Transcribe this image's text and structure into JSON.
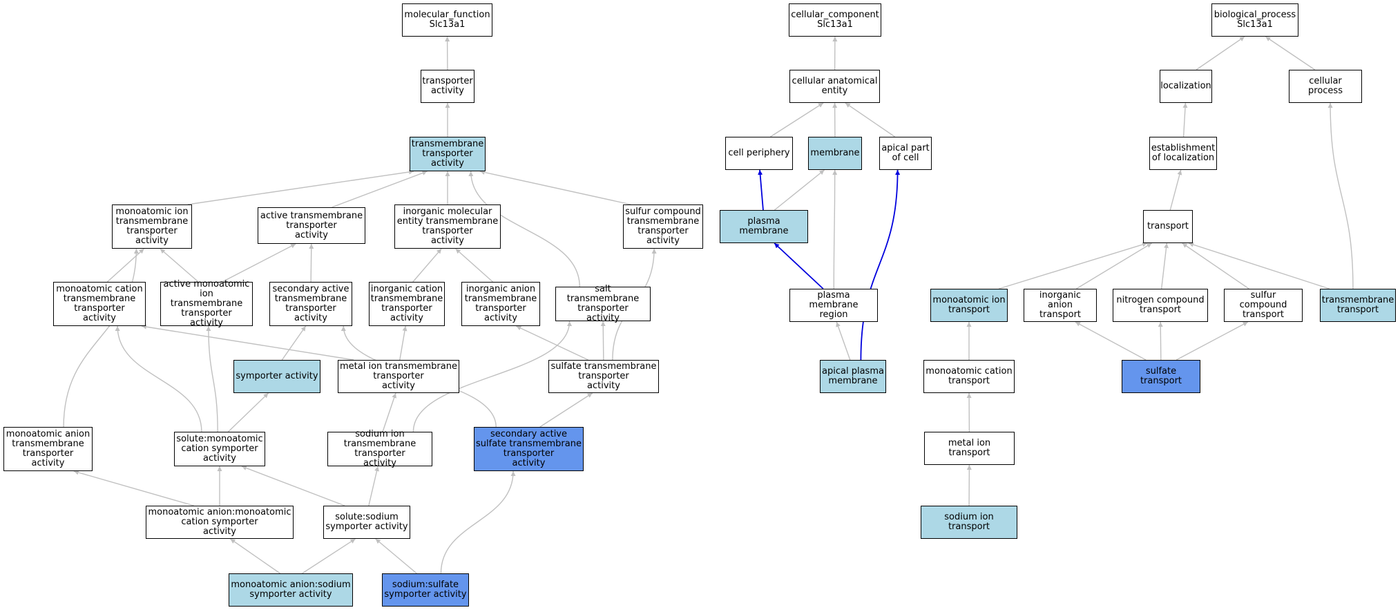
{
  "colors": {
    "light": "#add8e6",
    "dark": "#6495ed",
    "edge_gray": "#c0c0c0",
    "edge_blue": "#0000dd"
  },
  "nodes": [
    {
      "id": "mf_root",
      "label": "molecular_function\nSlc13a1",
      "fill": "white"
    },
    {
      "id": "transporter",
      "label": "transporter\nactivity",
      "fill": "white"
    },
    {
      "id": "tm_transporter",
      "label": "transmembrane\ntransporter\nactivity",
      "fill": "light"
    },
    {
      "id": "mono_ion_tm",
      "label": "monoatomic ion\ntransmembrane\ntransporter\nactivity",
      "fill": "white"
    },
    {
      "id": "active_tm",
      "label": "active transmembrane\ntransporter\nactivity",
      "fill": "white"
    },
    {
      "id": "inorg_mol",
      "label": "inorganic molecular\nentity transmembrane\ntransporter\nactivity",
      "fill": "white"
    },
    {
      "id": "sulfur_tm",
      "label": "sulfur compound\ntransmembrane\ntransporter\nactivity",
      "fill": "white"
    },
    {
      "id": "mono_cation_tm",
      "label": "monoatomic cation\ntransmembrane\ntransporter\nactivity",
      "fill": "white"
    },
    {
      "id": "active_mono_tm",
      "label": "active monoatomic\nion transmembrane\ntransporter\nactivity",
      "fill": "white"
    },
    {
      "id": "secondary_active",
      "label": "secondary active\ntransmembrane\ntransporter\nactivity",
      "fill": "white"
    },
    {
      "id": "inorg_cation",
      "label": "inorganic cation\ntransmembrane\ntransporter\nactivity",
      "fill": "white"
    },
    {
      "id": "inorg_anion_tm",
      "label": "inorganic anion\ntransmembrane\ntransporter\nactivity",
      "fill": "white"
    },
    {
      "id": "salt_tm",
      "label": "salt transmembrane\ntransporter\nactivity",
      "fill": "white"
    },
    {
      "id": "symporter",
      "label": "symporter activity",
      "fill": "light"
    },
    {
      "id": "metal_ion_tm",
      "label": "metal ion transmembrane\ntransporter\nactivity",
      "fill": "white"
    },
    {
      "id": "sulfate_tm",
      "label": "sulfate transmembrane\ntransporter\nactivity",
      "fill": "white"
    },
    {
      "id": "mono_anion_tm",
      "label": "monoatomic anion\ntransmembrane\ntransporter\nactivity",
      "fill": "white"
    },
    {
      "id": "solute_mono_cation",
      "label": "solute:monoatomic\ncation symporter\nactivity",
      "fill": "white"
    },
    {
      "id": "sodium_ion_tm",
      "label": "sodium ion transmembrane\ntransporter\nactivity",
      "fill": "white"
    },
    {
      "id": "sec_sulfate",
      "label": "secondary active\nsulfate transmembrane\ntransporter\nactivity",
      "fill": "dark"
    },
    {
      "id": "mono_anion_cation_sym",
      "label": "monoatomic anion:monoatomic\ncation symporter\nactivity",
      "fill": "white"
    },
    {
      "id": "solute_sodium",
      "label": "solute:sodium\nsymporter activity",
      "fill": "white"
    },
    {
      "id": "mono_anion_sodium",
      "label": "monoatomic anion:sodium\nsymporter activity",
      "fill": "light"
    },
    {
      "id": "sodium_sulfate",
      "label": "sodium:sulfate\nsymporter activity",
      "fill": "dark"
    },
    {
      "id": "cc_root",
      "label": "cellular_component\nSlc13a1",
      "fill": "white"
    },
    {
      "id": "cell_anat",
      "label": "cellular anatomical\nentity",
      "fill": "white"
    },
    {
      "id": "cell_periphery",
      "label": "cell periphery",
      "fill": "white"
    },
    {
      "id": "membrane",
      "label": "membrane",
      "fill": "light"
    },
    {
      "id": "apical_part",
      "label": "apical part\nof cell",
      "fill": "white"
    },
    {
      "id": "plasma_membrane",
      "label": "plasma membrane",
      "fill": "light"
    },
    {
      "id": "pm_region",
      "label": "plasma membrane\nregion",
      "fill": "white"
    },
    {
      "id": "apical_pm",
      "label": "apical plasma\nmembrane",
      "fill": "light"
    },
    {
      "id": "bp_root",
      "label": "biological_process\nSlc13a1",
      "fill": "white"
    },
    {
      "id": "localization",
      "label": "localization",
      "fill": "white"
    },
    {
      "id": "cellular_process",
      "label": "cellular process",
      "fill": "white"
    },
    {
      "id": "establishment",
      "label": "establishment\nof localization",
      "fill": "white"
    },
    {
      "id": "transport",
      "label": "transport",
      "fill": "white"
    },
    {
      "id": "mono_ion_transport",
      "label": "monoatomic ion\ntransport",
      "fill": "light"
    },
    {
      "id": "inorg_anion_transport",
      "label": "inorganic anion\ntransport",
      "fill": "white"
    },
    {
      "id": "nitrogen_transport",
      "label": "nitrogen compound\ntransport",
      "fill": "white"
    },
    {
      "id": "sulfur_transport",
      "label": "sulfur compound\ntransport",
      "fill": "white"
    },
    {
      "id": "tm_transport",
      "label": "transmembrane\ntransport",
      "fill": "light"
    },
    {
      "id": "mono_cation_transport",
      "label": "monoatomic cation\ntransport",
      "fill": "white"
    },
    {
      "id": "sulfate_transport",
      "label": "sulfate transport",
      "fill": "dark"
    },
    {
      "id": "metal_ion_transport",
      "label": "metal ion transport",
      "fill": "white"
    },
    {
      "id": "sodium_ion_transport",
      "label": "sodium ion transport",
      "fill": "light"
    }
  ],
  "edges": [
    {
      "from": "transporter",
      "to": "mf_root"
    },
    {
      "from": "tm_transporter",
      "to": "transporter"
    },
    {
      "from": "mono_ion_tm",
      "to": "tm_transporter"
    },
    {
      "from": "active_tm",
      "to": "tm_transporter"
    },
    {
      "from": "inorg_mol",
      "to": "tm_transporter"
    },
    {
      "from": "salt_tm",
      "to": "tm_transporter"
    },
    {
      "from": "sulfur_tm",
      "to": "tm_transporter"
    },
    {
      "from": "mono_cation_tm",
      "to": "mono_ion_tm"
    },
    {
      "from": "active_mono_tm",
      "to": "mono_ion_tm"
    },
    {
      "from": "active_mono_tm",
      "to": "active_tm"
    },
    {
      "from": "secondary_active",
      "to": "active_tm"
    },
    {
      "from": "inorg_cation",
      "to": "inorg_mol"
    },
    {
      "from": "inorg_anion_tm",
      "to": "inorg_mol"
    },
    {
      "from": "mono_anion_tm",
      "to": "mono_ion_tm"
    },
    {
      "from": "symporter",
      "to": "secondary_active"
    },
    {
      "from": "metal_ion_tm",
      "to": "inorg_cation"
    },
    {
      "from": "metal_ion_tm",
      "to": "mono_cation_tm"
    },
    {
      "from": "sulfate_tm",
      "to": "salt_tm"
    },
    {
      "from": "sulfate_tm",
      "to": "sulfur_tm"
    },
    {
      "from": "sulfate_tm",
      "to": "inorg_anion_tm"
    },
    {
      "from": "solute_mono_cation",
      "to": "mono_cation_tm"
    },
    {
      "from": "solute_mono_cation",
      "to": "active_mono_tm"
    },
    {
      "from": "solute_mono_cation",
      "to": "symporter"
    },
    {
      "from": "sodium_ion_tm",
      "to": "metal_ion_tm"
    },
    {
      "from": "sodium_ion_tm",
      "to": "salt_tm"
    },
    {
      "from": "sec_sulfate",
      "to": "sulfate_tm"
    },
    {
      "from": "sec_sulfate",
      "to": "secondary_active"
    },
    {
      "from": "mono_anion_cation_sym",
      "to": "mono_anion_tm"
    },
    {
      "from": "mono_anion_cation_sym",
      "to": "solute_mono_cation"
    },
    {
      "from": "solute_sodium",
      "to": "solute_mono_cation"
    },
    {
      "from": "solute_sodium",
      "to": "sodium_ion_tm"
    },
    {
      "from": "mono_anion_sodium",
      "to": "mono_anion_cation_sym"
    },
    {
      "from": "mono_anion_sodium",
      "to": "solute_sodium"
    },
    {
      "from": "sodium_sulfate",
      "to": "solute_sodium"
    },
    {
      "from": "sodium_sulfate",
      "to": "sec_sulfate"
    },
    {
      "from": "cell_anat",
      "to": "cc_root"
    },
    {
      "from": "cell_periphery",
      "to": "cell_anat"
    },
    {
      "from": "membrane",
      "to": "cell_anat"
    },
    {
      "from": "apical_part",
      "to": "cell_anat"
    },
    {
      "from": "plasma_membrane",
      "to": "cell_periphery",
      "color": "blue"
    },
    {
      "from": "plasma_membrane",
      "to": "membrane"
    },
    {
      "from": "pm_region",
      "to": "plasma_membrane",
      "color": "blue"
    },
    {
      "from": "pm_region",
      "to": "membrane"
    },
    {
      "from": "apical_pm",
      "to": "pm_region"
    },
    {
      "from": "apical_pm",
      "to": "apical_part",
      "color": "blue"
    },
    {
      "from": "localization",
      "to": "bp_root"
    },
    {
      "from": "cellular_process",
      "to": "bp_root"
    },
    {
      "from": "establishment",
      "to": "localization"
    },
    {
      "from": "transport",
      "to": "establishment"
    },
    {
      "from": "mono_ion_transport",
      "to": "transport"
    },
    {
      "from": "inorg_anion_transport",
      "to": "transport"
    },
    {
      "from": "nitrogen_transport",
      "to": "transport"
    },
    {
      "from": "sulfur_transport",
      "to": "transport"
    },
    {
      "from": "tm_transport",
      "to": "transport"
    },
    {
      "from": "tm_transport",
      "to": "cellular_process"
    },
    {
      "from": "mono_cation_transport",
      "to": "mono_ion_transport"
    },
    {
      "from": "sulfate_transport",
      "to": "inorg_anion_transport"
    },
    {
      "from": "sulfate_transport",
      "to": "nitrogen_transport"
    },
    {
      "from": "sulfate_transport",
      "to": "sulfur_transport"
    },
    {
      "from": "metal_ion_transport",
      "to": "mono_cation_transport"
    },
    {
      "from": "sodium_ion_transport",
      "to": "metal_ion_transport"
    }
  ]
}
